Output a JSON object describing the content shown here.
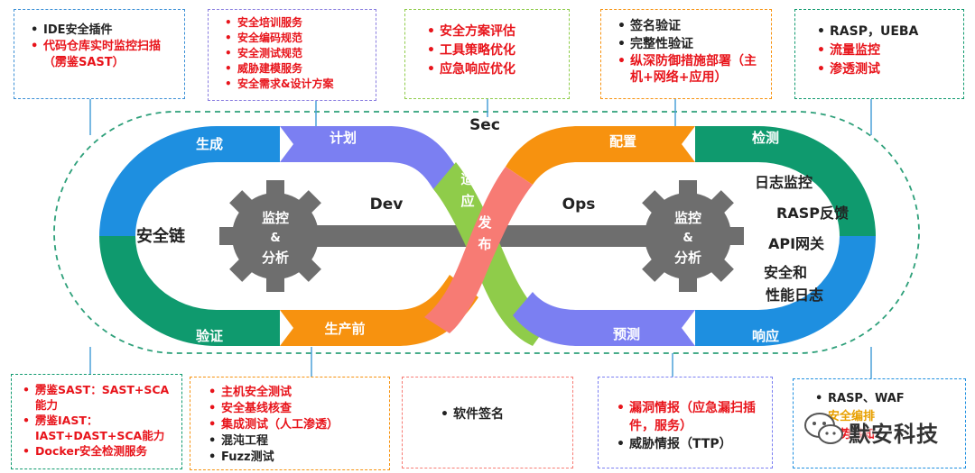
{
  "top_boxes": [
    {
      "id": "ide",
      "items": [
        {
          "text": "IDE安全插件",
          "color": "black"
        },
        {
          "text": "代码仓库实时监控扫描（雳鉴SAST）",
          "color": "red"
        }
      ]
    },
    {
      "id": "training",
      "items": [
        {
          "text": "安全培训服务",
          "color": "red"
        },
        {
          "text": "安全编码规范",
          "color": "red"
        },
        {
          "text": "安全测试规范",
          "color": "red"
        },
        {
          "text": "威胁建模服务",
          "color": "red"
        },
        {
          "text": "安全需求&设计方案",
          "color": "red"
        }
      ]
    },
    {
      "id": "plan",
      "items": [
        {
          "text": "安全方案评估",
          "color": "red"
        },
        {
          "text": "工具策略优化",
          "color": "red"
        },
        {
          "text": "应急响应优化",
          "color": "red"
        }
      ]
    },
    {
      "id": "sign",
      "items": [
        {
          "text": "签名验证",
          "color": "black"
        },
        {
          "text": "完整性验证",
          "color": "black"
        },
        {
          "text": "纵深防御措施部署（主机+网络+应用）",
          "color": "red"
        }
      ]
    },
    {
      "id": "rasp",
      "items": [
        {
          "text": "RASP，UEBA",
          "color": "black"
        },
        {
          "text": "流量监控",
          "color": "red"
        },
        {
          "text": "渗透测试",
          "color": "red"
        }
      ]
    }
  ],
  "bottom_boxes": [
    {
      "id": "verify",
      "items": [
        {
          "text": "雳鉴SAST：SAST+SCA能力",
          "color": "red"
        },
        {
          "text": "雳鉴IAST：IAST+DAST+SCA能力",
          "color": "red"
        },
        {
          "text": "Docker安全检测服务",
          "color": "red"
        }
      ]
    },
    {
      "id": "preprod",
      "items": [
        {
          "text": "主机安全测试",
          "color": "red"
        },
        {
          "text": "安全基线核查",
          "color": "red"
        },
        {
          "text": "集成测试（人工渗透）",
          "color": "red"
        },
        {
          "text": "混沌工程",
          "color": "black"
        },
        {
          "text": "Fuzz测试",
          "color": "black"
        }
      ]
    },
    {
      "id": "swsign",
      "items": [
        {
          "text": "软件签名",
          "color": "black"
        }
      ]
    },
    {
      "id": "intel",
      "items": [
        {
          "text": "漏洞情报（应急漏扫插件，服务）",
          "color": "red"
        },
        {
          "text": "威胁情报（TTP）",
          "color": "black"
        }
      ]
    },
    {
      "id": "waf",
      "items": [
        {
          "text": "RASP、WAF",
          "color": "black"
        },
        {
          "text": "安全编排",
          "color": "red"
        },
        {
          "text": "态势感知",
          "color": "red"
        }
      ]
    }
  ],
  "loop": {
    "sec": "Sec",
    "dev": "Dev",
    "ops": "Ops",
    "generate": "生成",
    "plan": "计划",
    "verify": "验证",
    "preprod": "生产前",
    "adapt": [
      "适",
      "应"
    ],
    "release": [
      "发",
      "布"
    ],
    "config": "配置",
    "detect": "检测",
    "predict": "预测",
    "respond": "响应",
    "chain": "安全链",
    "gear_label": [
      "监控",
      "&",
      "分析"
    ],
    "right_items": [
      "日志监控",
      "RASP反馈",
      "API网关",
      "安全和",
      "性能日志"
    ]
  },
  "watermark": "默安科技",
  "colors": {
    "blue": "#1e8fe0",
    "green": "#0f9a6e",
    "orange": "#f7920f",
    "purple": "#7b7ff2",
    "lightgreen": "#8fcc4a",
    "salmon": "#f77b74",
    "gear": "#6e6e6e"
  }
}
